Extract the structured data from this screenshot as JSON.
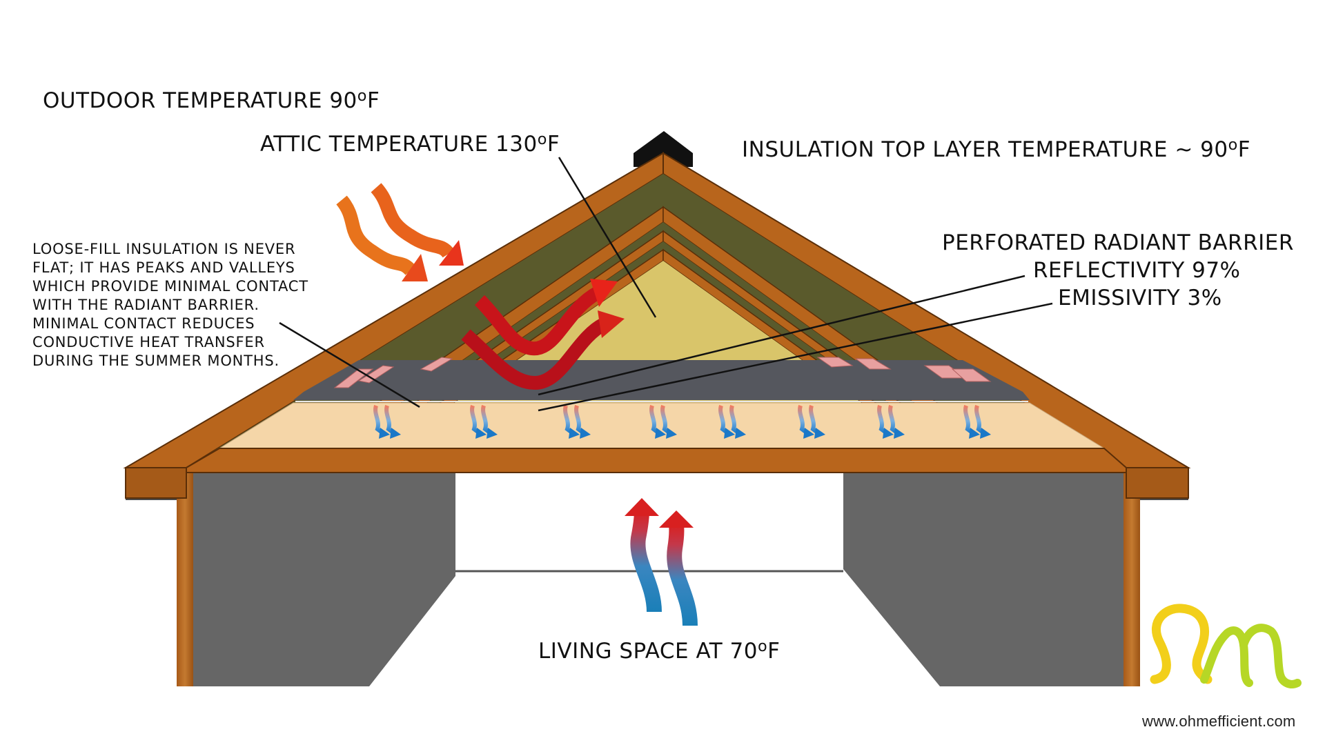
{
  "labels": {
    "outdoor": {
      "prefix": "OUTDOOR TEMPERATURE 90",
      "deg": "o",
      "unit": "F"
    },
    "attic": {
      "prefix": "ATTIC TEMPERATURE 130",
      "deg": "o",
      "unit": "F"
    },
    "insulation_top": {
      "prefix": "INSULATION TOP LAYER TEMPERATURE ~ 90",
      "deg": "o",
      "unit": "F"
    },
    "barrier_title": "PERFORATED RADIANT BARRIER",
    "reflectivity": "REFLECTIVITY 97%",
    "emissivity": "EMISSIVITY 3%",
    "living_space": {
      "prefix": "LIVING SPACE AT 70",
      "deg": "o",
      "unit": "F"
    },
    "note_lines": [
      "LOOSE-FILL INSULATION IS NEVER",
      "FLAT; IT HAS PEAKS AND VALLEYS",
      "WHICH PROVIDE MINIMAL CONTACT",
      "WITH THE RADIANT BARRIER.",
      "MINIMAL CONTACT REDUCES",
      "CONDUCTIVE HEAT TRANSFER",
      "DURING THE SUMMER MONTHS."
    ],
    "website": "www.ohmefficient.com"
  },
  "colors": {
    "wood": "#b8651c",
    "wood_dark": "#8a4a14",
    "olive_layer": "#5a5a2c",
    "attic_air": "#d9c56a",
    "barrier": "#55575e",
    "insulation": "#f5d6a8",
    "wall": "#666666",
    "hot_arrow": "#cc1a14",
    "sun_arrow": "#e8731c",
    "cool_arrow": "#1a7fb8",
    "logo_yellow": "#f2cf1a",
    "logo_green": "#b6d726"
  },
  "logo": {
    "icon": "ohm-efficient-logo"
  }
}
